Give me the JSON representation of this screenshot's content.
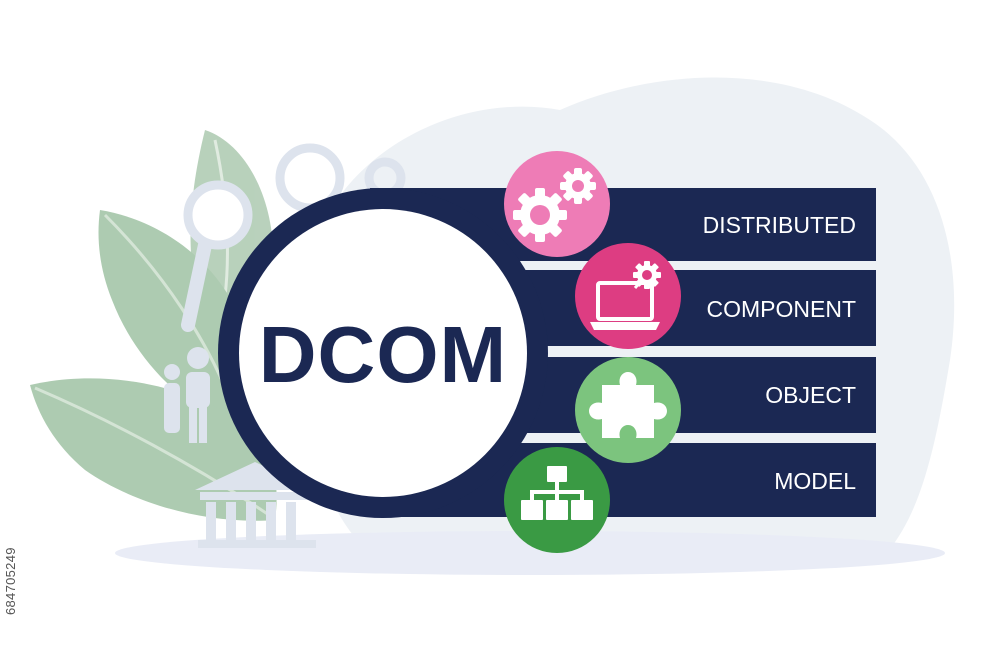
{
  "center_label": "DCOM",
  "rows": [
    {
      "label": "DISTRIBUTED",
      "icon": "gears-icon",
      "color": "#ee7cb6"
    },
    {
      "label": "COMPONENT",
      "icon": "laptop-gear-icon",
      "color": "#dd3d82"
    },
    {
      "label": "OBJECT",
      "icon": "puzzle-piece-icon",
      "color": "#7cc47e"
    },
    {
      "label": "MODEL",
      "icon": "hierarchy-icon",
      "color": "#3a9a44"
    }
  ],
  "stock_id": "684705249",
  "colors": {
    "navy": "#1b2853",
    "leaf": "#a9c9ad",
    "blob": "#edf1f5",
    "shadow": "#e9ecf6",
    "deco": "#dde3ed"
  }
}
